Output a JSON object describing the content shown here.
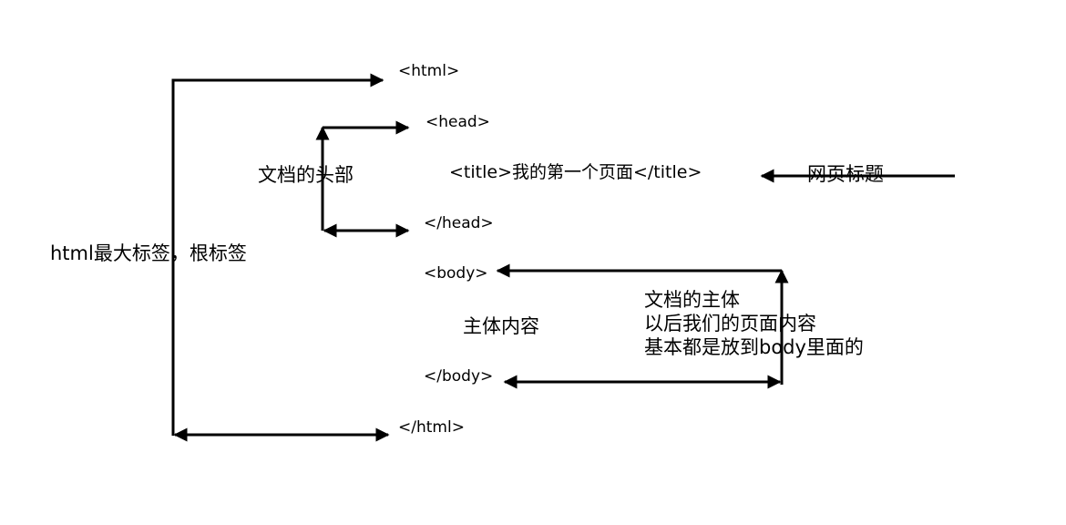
{
  "tags": {
    "html_open": "<html>",
    "head_open": "<head>",
    "title_line": "<title>我的第一个页面</title>",
    "head_close": "</head>",
    "body_open": "<body>",
    "body_close": "</body>",
    "html_close": "</html>"
  },
  "annotations": {
    "head_desc": "文档的头部",
    "html_desc": "html最大标签，根标签",
    "page_title": "网页标题",
    "main_content": "主体内容",
    "body_desc": [
      "文档的主体",
      "以后我们的页面内容",
      "基本都是放到body里面的"
    ]
  },
  "colors": {
    "line": "#000000",
    "background": "#ffffff"
  }
}
